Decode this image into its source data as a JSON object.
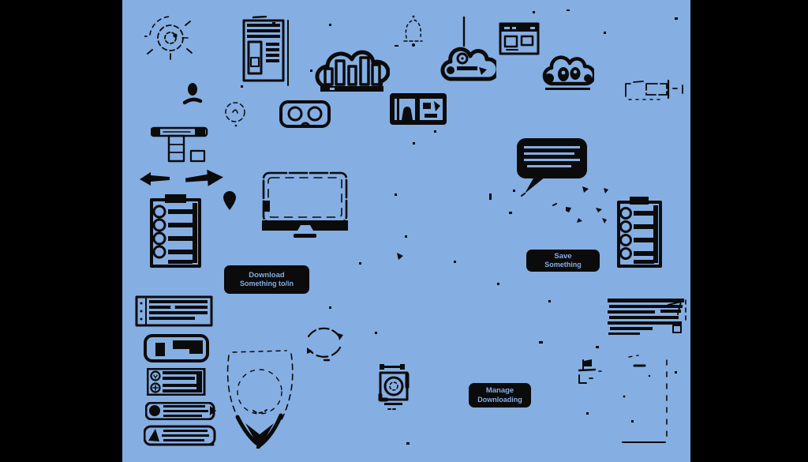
{
  "scene": {
    "description": "hand-drawn technology doodles on blue background"
  },
  "colors": {
    "background": "#85aee3",
    "ink": "#0b0b0b",
    "letterbox": "#000000"
  },
  "labels": {
    "download_button": {
      "line1": "Download",
      "line2": "Something to/in"
    },
    "save_button": {
      "line1": "Save",
      "line2": "Something"
    },
    "manage_button": {
      "line1": "Manage",
      "line2": "Downloading"
    }
  },
  "icons": [
    "gear-icon",
    "server-tower-icon",
    "cloud-bar-chart-icon",
    "bell-icon",
    "tally-line-icon",
    "cloud-users-icon",
    "browser-window-icon",
    "cloud-lock-icon",
    "laptop-icon",
    "vr-goggles-icon",
    "id-card-icon",
    "avatar-icon",
    "circle-sketch-icon",
    "desk-icon",
    "arrow-left-icon",
    "arrow-right-icon",
    "checklist-clipboard-icon",
    "location-pin-icon",
    "monitor-icon",
    "speech-bubble-icon",
    "sparkles-icon",
    "refresh-icon",
    "shield-icon",
    "camera-icon",
    "document-lines-icon",
    "smartphone-icon",
    "flag-icon",
    "list-banner-icon",
    "image-panel-icon",
    "user-list-icon",
    "line-banner-icon"
  ]
}
